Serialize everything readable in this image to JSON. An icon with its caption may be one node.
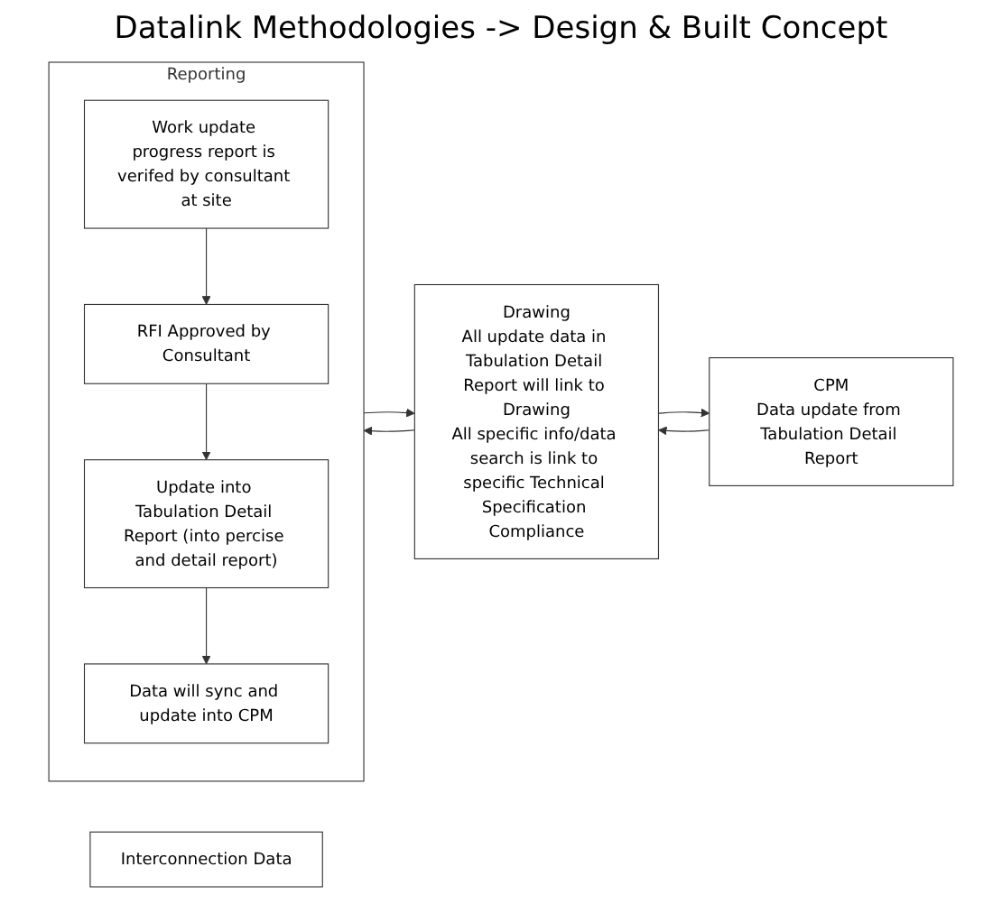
{
  "diagram": {
    "title": "Datalink Methodologies -> Design & Built Concept",
    "nodes": [
      {
        "text": [
          "Reporting"
        ]
      },
      {
        "text": [
          "Work update progress report is verifed by consultant at site"
        ],
        "in": 0
      },
      {
        "text": [
          "RFI Approved by Consultant"
        ],
        "in": 0
      },
      {
        "text": [
          "Update into Tabulation Detail Report (into percise and detail report)"
        ],
        "in": 0
      },
      {
        "text": [
          "Data will sync and update into CPM"
        ],
        "in": 0
      },
      {
        "text": [
          "Interconnection Data"
        ]
      },
      {
        "text": [
          "Drawing",
          "All update data in Tabulation Detail Report will link to Drawing",
          "All specific info/data search is link to specific Technical Specification Compliance"
        ]
      },
      {
        "text": [
          "CPM",
          "Data update from Tabulation Detail Report"
        ]
      }
    ],
    "edges": [
      {
        "from": 1,
        "to": 2,
        "arrow": "to"
      },
      {
        "from": 2,
        "to": 3,
        "arrow": "to"
      },
      {
        "from": 3,
        "to": 4,
        "arrow": "to"
      },
      {
        "from": 0,
        "to": 6,
        "arrow": "to"
      },
      {
        "from": 6,
        "to": 0,
        "arrow": "to"
      },
      {
        "from": 6,
        "to": 7,
        "arrow": "to"
      },
      {
        "from": 7,
        "to": 6,
        "arrow": "to"
      }
    ]
  }
}
